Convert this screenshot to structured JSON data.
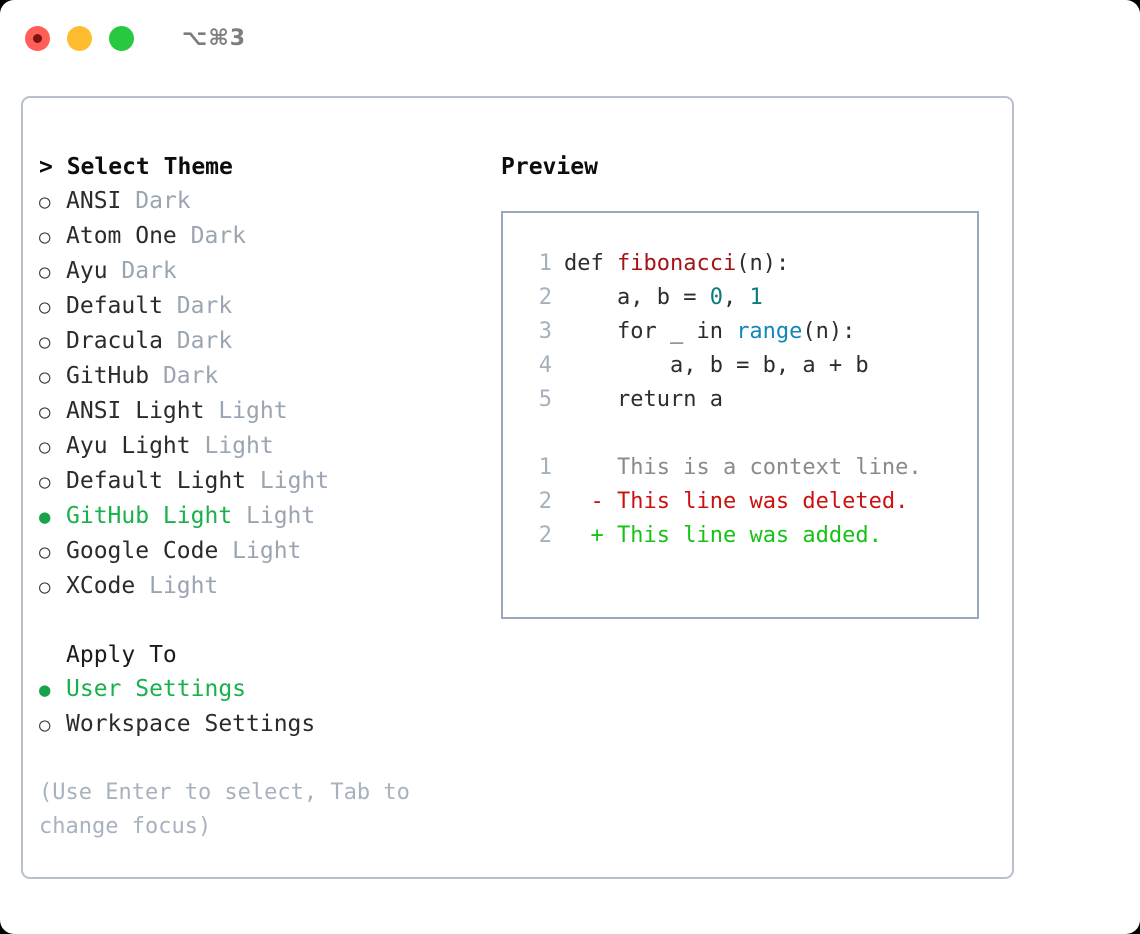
{
  "titlebar": {
    "shortcut": "⌥⌘3",
    "buttons": [
      {
        "name": "close",
        "color": "#ff5f57"
      },
      {
        "name": "minimize",
        "color": "#febc2e"
      },
      {
        "name": "maximize",
        "color": "#28c840"
      }
    ]
  },
  "theme_list": {
    "header": "> Select Theme",
    "bullet_off": "○",
    "bullet_on": "●",
    "items": [
      {
        "label": "ANSI",
        "variant": "Dark",
        "selected": false
      },
      {
        "label": "Atom One",
        "variant": "Dark",
        "selected": false
      },
      {
        "label": "Ayu",
        "variant": "Dark",
        "selected": false
      },
      {
        "label": "Default",
        "variant": "Dark",
        "selected": false
      },
      {
        "label": "Dracula",
        "variant": "Dark",
        "selected": false
      },
      {
        "label": "GitHub",
        "variant": "Dark",
        "selected": false
      },
      {
        "label": "ANSI Light",
        "variant": "Light",
        "selected": false
      },
      {
        "label": "Ayu Light",
        "variant": "Light",
        "selected": false
      },
      {
        "label": "Default Light",
        "variant": "Light",
        "selected": false
      },
      {
        "label": "GitHub Light",
        "variant": "Light",
        "selected": true
      },
      {
        "label": "Google Code",
        "variant": "Light",
        "selected": false
      },
      {
        "label": "XCode",
        "variant": "Light",
        "selected": false
      }
    ]
  },
  "apply_to": {
    "heading": "Apply To",
    "options": [
      {
        "label": "User Settings",
        "selected": true
      },
      {
        "label": "Workspace Settings",
        "selected": false
      }
    ]
  },
  "hint": "(Use Enter to select, Tab to change focus)",
  "preview": {
    "title": "Preview",
    "code_lines": [
      {
        "num": "1",
        "tokens": [
          {
            "t": "def ",
            "c": "plain"
          },
          {
            "t": "fibonacci",
            "c": "fn"
          },
          {
            "t": "(n):",
            "c": "plain"
          }
        ]
      },
      {
        "num": "2",
        "tokens": [
          {
            "t": "    a, b = ",
            "c": "plain"
          },
          {
            "t": "0",
            "c": "num"
          },
          {
            "t": ", ",
            "c": "plain"
          },
          {
            "t": "1",
            "c": "num"
          }
        ]
      },
      {
        "num": "3",
        "tokens": [
          {
            "t": "    for _ in ",
            "c": "plain"
          },
          {
            "t": "range",
            "c": "call"
          },
          {
            "t": "(n):",
            "c": "plain"
          }
        ]
      },
      {
        "num": "4",
        "tokens": [
          {
            "t": "        a, b = b, a + b",
            "c": "plain"
          }
        ]
      },
      {
        "num": "5",
        "tokens": [
          {
            "t": "    return a",
            "c": "plain"
          }
        ]
      }
    ],
    "diff_lines": [
      {
        "num": "1",
        "marker": " ",
        "text": " This is a context line.",
        "kind": "ctx"
      },
      {
        "num": "2",
        "marker": "-",
        "text": " This line was deleted.",
        "kind": "del"
      },
      {
        "num": "2",
        "marker": "+",
        "text": " This line was added.",
        "kind": "add"
      }
    ]
  },
  "colors": {
    "accent_green": "#18b14b",
    "muted": "#9aa5b1",
    "border": "#b8c0cc",
    "preview_border": "#9aa8bc",
    "syntax_function": "#a31515",
    "syntax_number": "#0b7c7c",
    "syntax_call": "#1287b8",
    "diff_added": "#17c217",
    "diff_deleted": "#cc1111",
    "diff_context": "#8a8a8a"
  }
}
